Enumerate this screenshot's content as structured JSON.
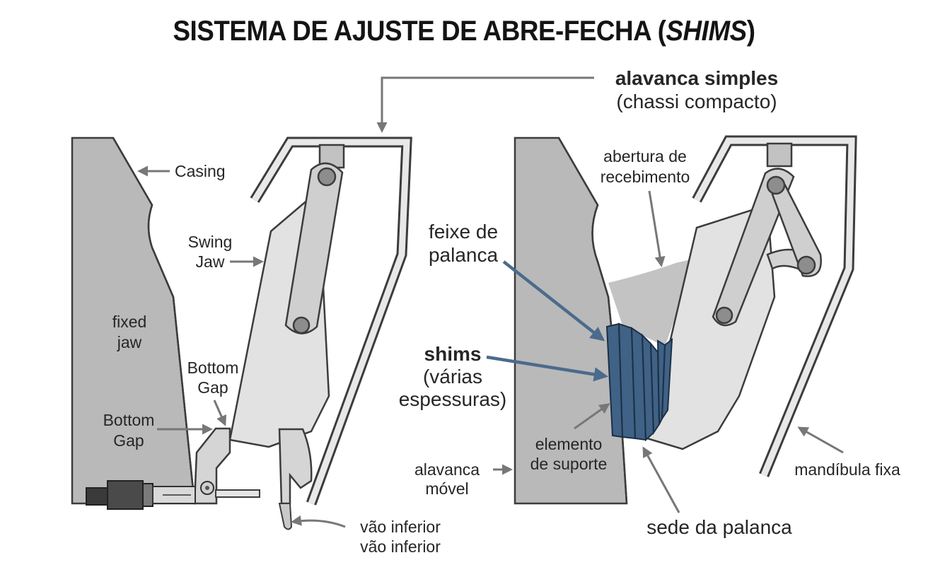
{
  "title": {
    "main": "SISTEMA DE AJUSTE DE ABRE-FECHA (",
    "italic": "SHIMS",
    "end": ")"
  },
  "labels": {
    "alavanca_simples": "alavanca simples",
    "chassi_compacto": "(chassi compacto)",
    "casing": "Casing",
    "swing_jaw_1": "Swing",
    "swing_jaw_2": "Jaw",
    "fixed_jaw_1": "fixed",
    "fixed_jaw_2": "jaw",
    "bottom_gap_a_1": "Bottom",
    "bottom_gap_a_2": "Gap",
    "bottom_gap_b_1": "Bottom",
    "bottom_gap_b_2": "Gap",
    "vao_inferior_1": "vão inferior",
    "vao_inferior_2": "vão inferior",
    "abertura_1": "abertura de",
    "abertura_2": "recebimento",
    "feixe_1": "feixe de",
    "feixe_2": "palanca",
    "shims": "shims",
    "shims_sub_1": "(várias",
    "shims_sub_2": "espessuras)",
    "elemento_1": "elemento",
    "elemento_2": "de suporte",
    "alavanca_movel_1": "alavanca",
    "alavanca_movel_2": "móvel",
    "sede": "sede da palanca",
    "mandibula": "mandíbula fixa"
  },
  "colors": {
    "casing": "#b9b9b9",
    "jaw": "#e2e2e2",
    "shim": "#3f6286",
    "shim_arrow": "#4b6b8c",
    "leader": "#777777"
  },
  "icons": {
    "micrometer": "micrometer-icon",
    "arrow": "arrow-icon"
  }
}
